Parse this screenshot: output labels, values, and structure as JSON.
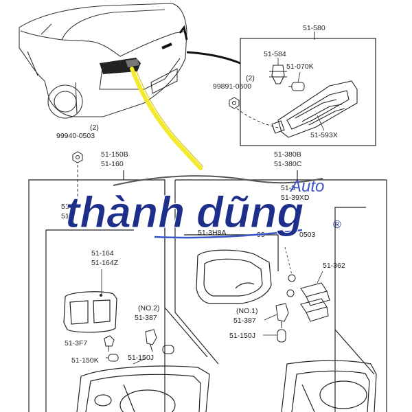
{
  "diagram": {
    "callouts": {
      "c51580": "51-580",
      "c51584": "51-584",
      "c51070K": "51-070K",
      "c99891_qty": "(2)",
      "c99891": "99891-0600",
      "c51593X": "51-593X",
      "c99940_qty": "(2)",
      "c99940": "99940-0503",
      "c51150B": "51-150B",
      "c51160": "51-160",
      "c51380B": "51-380B",
      "c51380C": "51-380C",
      "c51_cut": "51-",
      "c51_cut2": "51-",
      "c513_cut": "51-3",
      "c5139XD": "51-39XD",
      "c513H8A": "51-3H8A",
      "c99_cut": "99",
      "c0503": "0503",
      "c51164": "51-164",
      "c51164Z": "51-164Z",
      "c51362": "51-362",
      "cNo2": "(NO.2)",
      "c51387a": "51-387",
      "cNo1": "(NO.1)",
      "c51387b": "51-387",
      "c513F7": "51-3F7",
      "c51150J_a": "51-150J",
      "c51150J_b": "51-150J",
      "c51150K": "51-150K"
    }
  },
  "watermark": {
    "brand_left": "thành",
    "brand_right": "dũng",
    "suffix": "Auto",
    "registered": "®",
    "brand_color": "#1d2f8a",
    "accent_color": "#3a55c8"
  },
  "leader_color": "#f2ea2a"
}
